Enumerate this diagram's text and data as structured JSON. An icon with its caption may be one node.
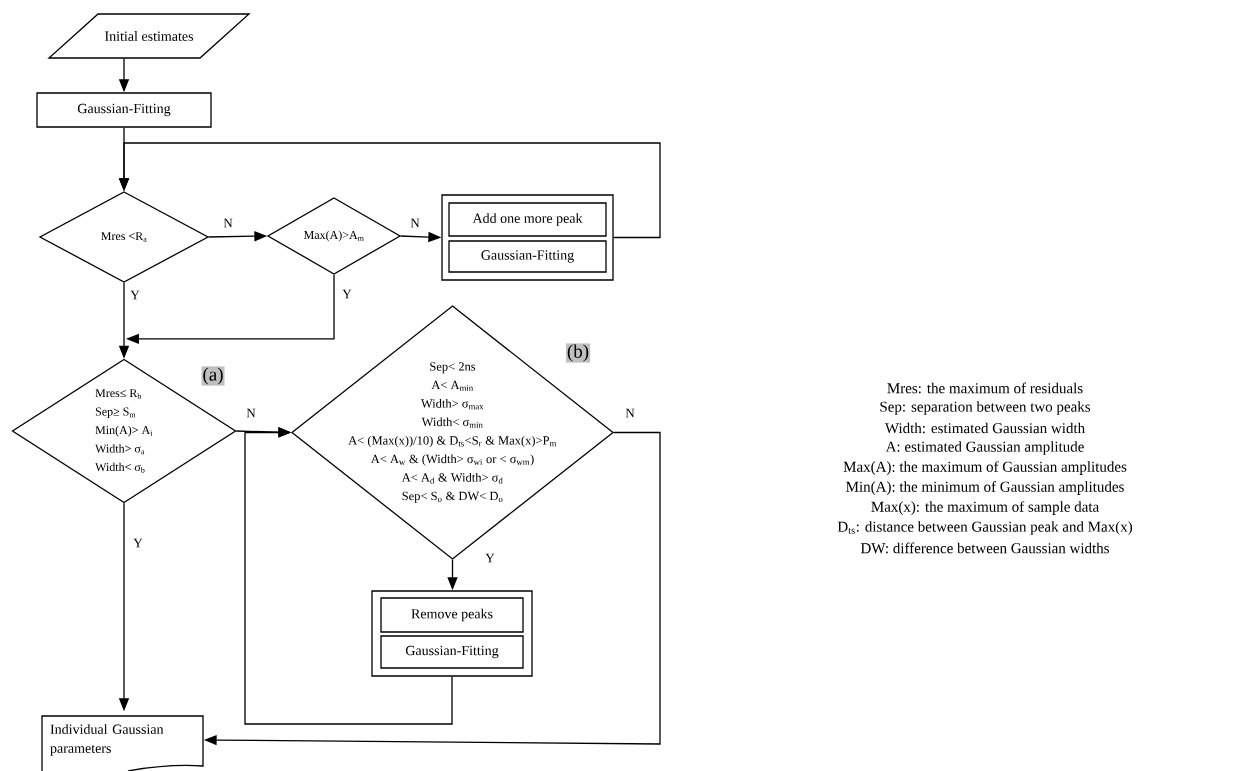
{
  "diagram": {
    "nodes": [
      {
        "text": [
          "Initial estimates"
        ]
      },
      {
        "text": [
          "Gaussian-Fitting"
        ]
      },
      {
        "text": [
          "Mres <R$_{a}$"
        ]
      },
      {
        "text": [
          "Max(A)>A$_{m}$"
        ]
      },
      {
        "text": [],
        "shape": "box"
      },
      {
        "text": [
          "Add one more peak"
        ],
        "in": 4
      },
      {
        "text": [
          "Gaussian-Fitting"
        ],
        "in": 4
      },
      {
        "text": [
          "Mres≤ R$_{b}$",
          "Sep≥ S$_{m}$",
          "Min(A)> A$_{i}$",
          "Width> σ$_{a}$",
          "Width< σ$_{b}$"
        ]
      },
      {
        "text": [
          "Sep< 2ns",
          "A< A$_{min}$",
          "Width> σ$_{max}$",
          "Width< σ$_{min}$",
          "A< (Max(x))/10) & D$_{ts}$<S$_{r}$ & Max(x)>P$_{m}$",
          "A< A$_{w}$ & (Width> σ$_{wi}$ or < σ$_{wm}$)",
          "A< A$_{d}$ & Width> σ$_{d}$",
          "Sep< S$_{o}$ & DW< D$_{o}$"
        ]
      },
      {
        "text": [],
        "shape": "box"
      },
      {
        "text": [
          "Remove peaks"
        ],
        "in": 9
      },
      {
        "text": [
          "Gaussian-Fitting"
        ],
        "in": 9
      },
      {
        "text": [
          "Individual Gaussian parameters"
        ]
      }
    ],
    "edges": [
      {
        "from": 0,
        "to": 1,
        "arrow": "to"
      },
      {
        "from": 1,
        "to": 2,
        "arrow": "to"
      },
      {
        "from": 4,
        "to": 2,
        "arrow": "to"
      },
      {
        "from": 2,
        "to": 3,
        "arrow": "to",
        "label": "N"
      },
      {
        "from": 3,
        "to": 4,
        "arrow": "to",
        "label": "N"
      },
      {
        "from": 2,
        "to": 7,
        "arrow": "to",
        "label": "Y"
      },
      {
        "from": 3,
        "to": 7,
        "arrow": "to",
        "label": "Y"
      },
      {
        "from": 7,
        "to": 8,
        "arrow": "to",
        "label": "N"
      },
      {
        "from": 7,
        "to": 12,
        "arrow": "to",
        "label": "Y"
      },
      {
        "from": 8,
        "to": 9,
        "arrow": "to",
        "label": "Y"
      },
      {
        "from": 9,
        "to": 8,
        "arrow": "to"
      },
      {
        "from": 8,
        "to": 12,
        "arrow": "to",
        "label": "N"
      }
    ],
    "labels": [
      "(a)",
      "(b)",
      "Mres: the maximum of residuals",
      "Sep: separation between two peaks",
      "Width: estimated Gaussian width",
      "A: estimated Gaussian amplitude",
      "Max(A): the maximum of Gaussian amplitudes",
      "Min(A): the minimum of Gaussian amplitudes",
      "Max(x): the maximum of sample data",
      "D$_{ts}$: distance between Gaussian peak and Max(x)",
      "DW: difference between Gaussian widths"
    ]
  }
}
